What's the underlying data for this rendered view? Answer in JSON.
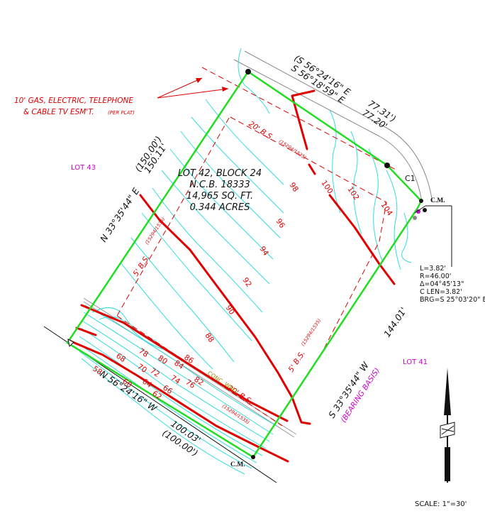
{
  "lot": {
    "line1": "LOT 42, BLOCK 24",
    "line2": "N.C.B. 18333",
    "line3": "14,965 SQ. FT.",
    "line4": "0.344 ACRES"
  },
  "neighbors": {
    "lot43": "LOT 43",
    "lot41": "LOT 41"
  },
  "easement": {
    "line1": "10' GAS, ELECTRIC, TELEPHONE",
    "line2": "& CABLE TV ESM'T.",
    "note": "(PER PLAT)"
  },
  "bearings": {
    "top_record": "(S 56°24'16\" E",
    "top_record_dist": "77.31')",
    "top_measured": "S 56°18'59\" E",
    "top_measured_dist": "77.20'",
    "left_record": "(150.00')",
    "left_measured": "150.11'",
    "left_bearing": "N 33°35'44\" E",
    "right_bearing": "S 33°35'44\" W",
    "right_dist": "144.01'",
    "right_basis": "(BEARING BASIS)",
    "bottom_bearing": "N 56°24'16\" W",
    "bottom_measured": "100.03'",
    "bottom_record": "(100.00')"
  },
  "setbacks": {
    "top": "20' B.S.",
    "top_ref": "(15294/1535)",
    "left": "5' B.S.",
    "left_ref": "(15294/1535)",
    "right": "5' B.S.",
    "right_ref": "(15294/1535)",
    "bottom": "20' B.S.",
    "bottom_ref": "(15294/1535)"
  },
  "curve": {
    "label": "C1",
    "l": "L=3.82'",
    "r": "R=46.00'",
    "delta": "Δ=04°45'13\"",
    "clen": "C LEN=3.82'",
    "brg": "BRG=S 25°03'20\" E"
  },
  "monuments": {
    "cm_top": "C.M.",
    "cm_bottom": "C.M."
  },
  "features": {
    "wall": "CONC. WALL"
  },
  "contours": {
    "c58": "58",
    "c60": "60",
    "c62": "62",
    "c64": "64",
    "c66": "66",
    "c68": "68",
    "c70": "70",
    "c72": "72",
    "c74": "74",
    "c76": "76",
    "c78": "78",
    "c80": "80",
    "c82": "82",
    "c84": "84",
    "c86": "86",
    "c88": "88",
    "c90": "90",
    "c92": "92",
    "c94": "94",
    "c96": "96",
    "c98": "98",
    "c100": "100",
    "c102": "102",
    "c104": "104"
  },
  "scale": "SCALE:  1\"=30'",
  "colors": {
    "boundary": "#22dd22",
    "fence": "#e00000",
    "contour": "#33dddd",
    "label_magenta": "#cc00cc",
    "wall_label": "#9a8a00"
  }
}
